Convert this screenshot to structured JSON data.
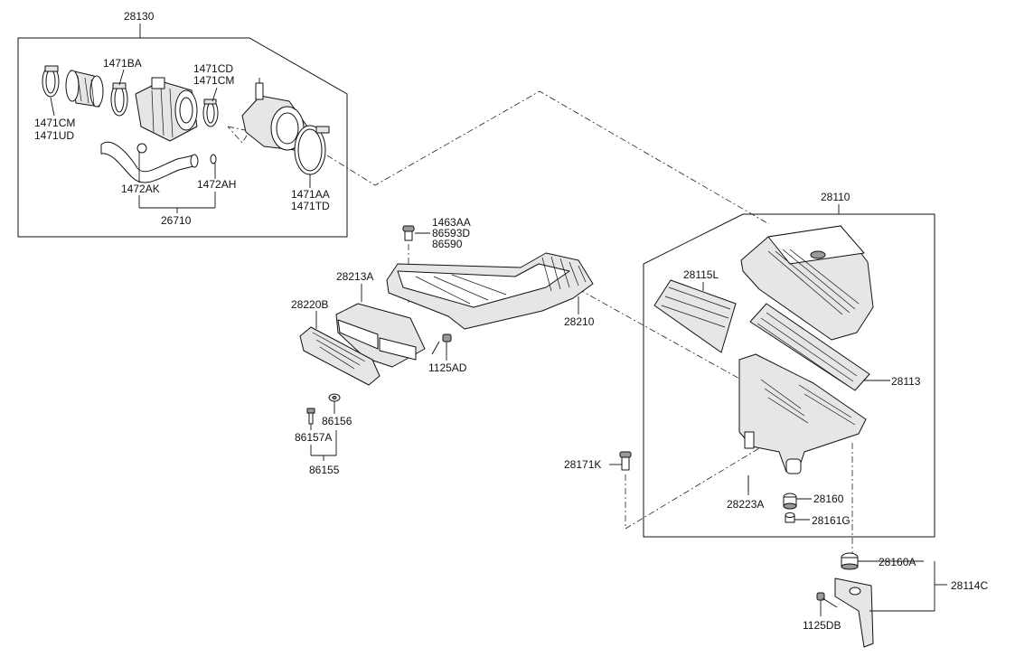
{
  "labels": {
    "l28130": "28130",
    "l1471BA": "1471BA",
    "l1471CD": "1471CD",
    "l1471CM_top": "1471CM",
    "l1471CM_left": "1471CM",
    "l1471UD": "1471UD",
    "l1472AK": "1472AK",
    "l1472AH": "1472AH",
    "l1471AA": "1471AA",
    "l1471TD": "1471TD",
    "l26710": "26710",
    "l1463AA": "1463AA",
    "l86593D": "86593D",
    "l86590": "86590",
    "l28213A": "28213A",
    "l28220B": "28220B",
    "l28210": "28210",
    "l1125AD": "1125AD",
    "l86156": "86156",
    "l86157A": "86157A",
    "l86155": "86155",
    "l28110": "28110",
    "l28115L": "28115L",
    "l28113": "28113",
    "l28171K": "28171K",
    "l28223A": "28223A",
    "l28160": "28160",
    "l28161G": "28161G",
    "l28160A": "28160A",
    "l28114C": "28114C",
    "l1125DB": "1125DB"
  }
}
